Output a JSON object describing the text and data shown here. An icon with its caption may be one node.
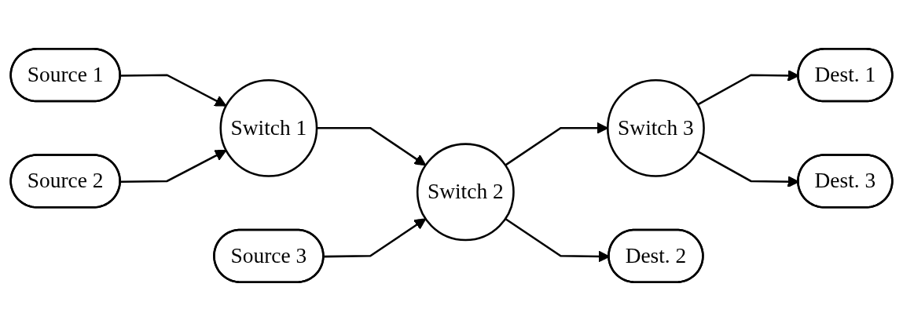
{
  "diagram": {
    "nodes": [
      {
        "text": [
          "Source 1"
        ]
      },
      {
        "text": [
          "Source 3"
        ]
      },
      {
        "text": [
          "Dest. 1"
        ]
      },
      {
        "text": [
          "Switch 1"
        ]
      },
      {
        "text": [
          "Switch 2"
        ]
      },
      {
        "text": [
          "Switch 3"
        ]
      },
      {
        "text": [
          "Source 2"
        ]
      },
      {
        "text": [
          "Dest. 2"
        ]
      },
      {
        "text": [
          "Dest. 3"
        ]
      }
    ],
    "edges": [
      {
        "from": 0,
        "to": 3,
        "arrow": "to"
      },
      {
        "from": 6,
        "to": 3,
        "arrow": "to"
      },
      {
        "from": 3,
        "to": 4,
        "arrow": "to"
      },
      {
        "from": 1,
        "to": 4,
        "arrow": "to"
      },
      {
        "from": 4,
        "to": 7,
        "arrow": "to"
      },
      {
        "from": 4,
        "to": 5,
        "arrow": "to"
      },
      {
        "from": 5,
        "to": 2,
        "arrow": "to"
      },
      {
        "from": 5,
        "to": 8,
        "arrow": "to"
      }
    ]
  }
}
